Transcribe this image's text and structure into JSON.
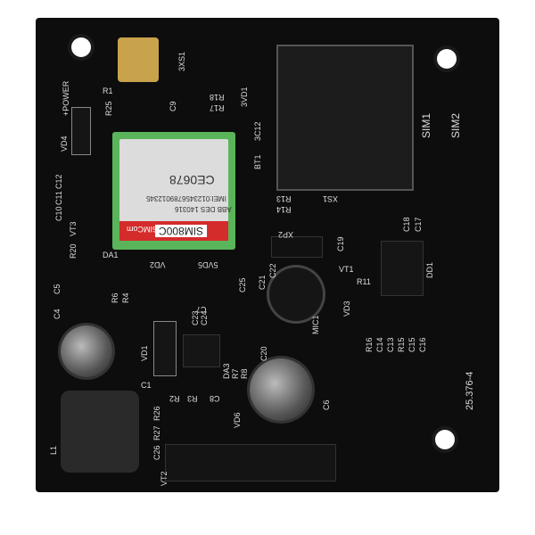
{
  "board": {
    "colors": {
      "pcb": "#0d0d0d",
      "silkscreen": "#dddddd",
      "module": "#5ab45a",
      "brand": "#d42b2b"
    },
    "module": {
      "model": "SIM800C",
      "brand": "SIMCom",
      "ce": "CE0678",
      "abb": "ABB DES 140316",
      "imei": "IMEI:0123456789012345"
    },
    "labels": {
      "xs1_top": "3XS1",
      "power": "+POWER",
      "r1": "R1",
      "r25": "R25",
      "vd4": "VD4",
      "c9": "C9",
      "r18": "R18",
      "r17": "R17",
      "vd1_3": "3VD1",
      "bt1": "BT1",
      "c12_3": "3C12",
      "r13": "R13",
      "r14": "R14",
      "xs1": "XS1",
      "sim1": "SIM1",
      "sim2": "SIM2",
      "c12": "C12",
      "c11": "C11",
      "c10": "C10",
      "vt3": "VT3",
      "r20": "R20",
      "da1": "DA1",
      "xp2": "XP2",
      "c19": "C19",
      "c18": "C18",
      "c17": "C17",
      "dd1": "DD1",
      "c5": "C5",
      "c4": "C4",
      "r6": "R6",
      "r4": "R4",
      "vd2": "VD2",
      "vd5": "5VD5",
      "c21": "C21",
      "c22": "C22",
      "c25": "C25",
      "vt1": "VT1",
      "r11": "R11",
      "c23": "C23",
      "c24": "C24",
      "mic1": "MIC1",
      "vd3": "VD3",
      "c7": "C7",
      "c20": "C20",
      "vd1": "VD1",
      "c1": "C1",
      "da3": "DA3",
      "r7": "R7",
      "r8": "R8",
      "r16": "R16",
      "c14": "C14",
      "c13": "C13",
      "r15": "R15",
      "c15": "C15",
      "c16": "C16",
      "c6": "C6",
      "l1": "L1",
      "c8": "C8",
      "r3": "R3",
      "r2": "R2",
      "r26": "R26",
      "r27": "R27",
      "c26": "C26",
      "vd6": "VD6",
      "vt2": "VT2",
      "board_no": "25.376-4"
    }
  }
}
